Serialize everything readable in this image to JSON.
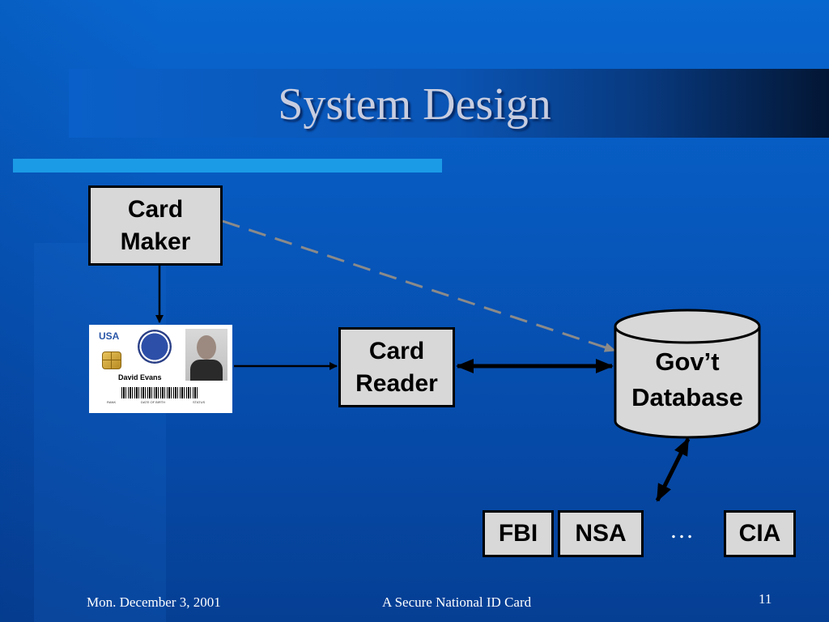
{
  "slide": {
    "title": "System Design",
    "footer_date": "Mon. December 3, 2001",
    "footer_center": "A Secure National ID Card",
    "page_number": "11"
  },
  "diagram": {
    "card_maker": {
      "line1": "Card",
      "line2": "Maker"
    },
    "card_reader": {
      "line1": "Card",
      "line2": "Reader"
    },
    "database": {
      "line1": "Gov’t",
      "line2": "Database"
    },
    "agencies": [
      "FBI",
      "NSA",
      "CIA"
    ],
    "ellipsis": "…"
  },
  "id_card": {
    "country": "USA",
    "name": "David Evans",
    "field_labels": [
      "RANK",
      "DATE OF BIRTH",
      "STATUS"
    ]
  },
  "colors": {
    "background": "#0758bd",
    "accent_bar": "#1b9be6",
    "box_fill": "#d8d8d8",
    "dashed_line": "#8a8a8a",
    "title_text": "#c8cde0"
  }
}
